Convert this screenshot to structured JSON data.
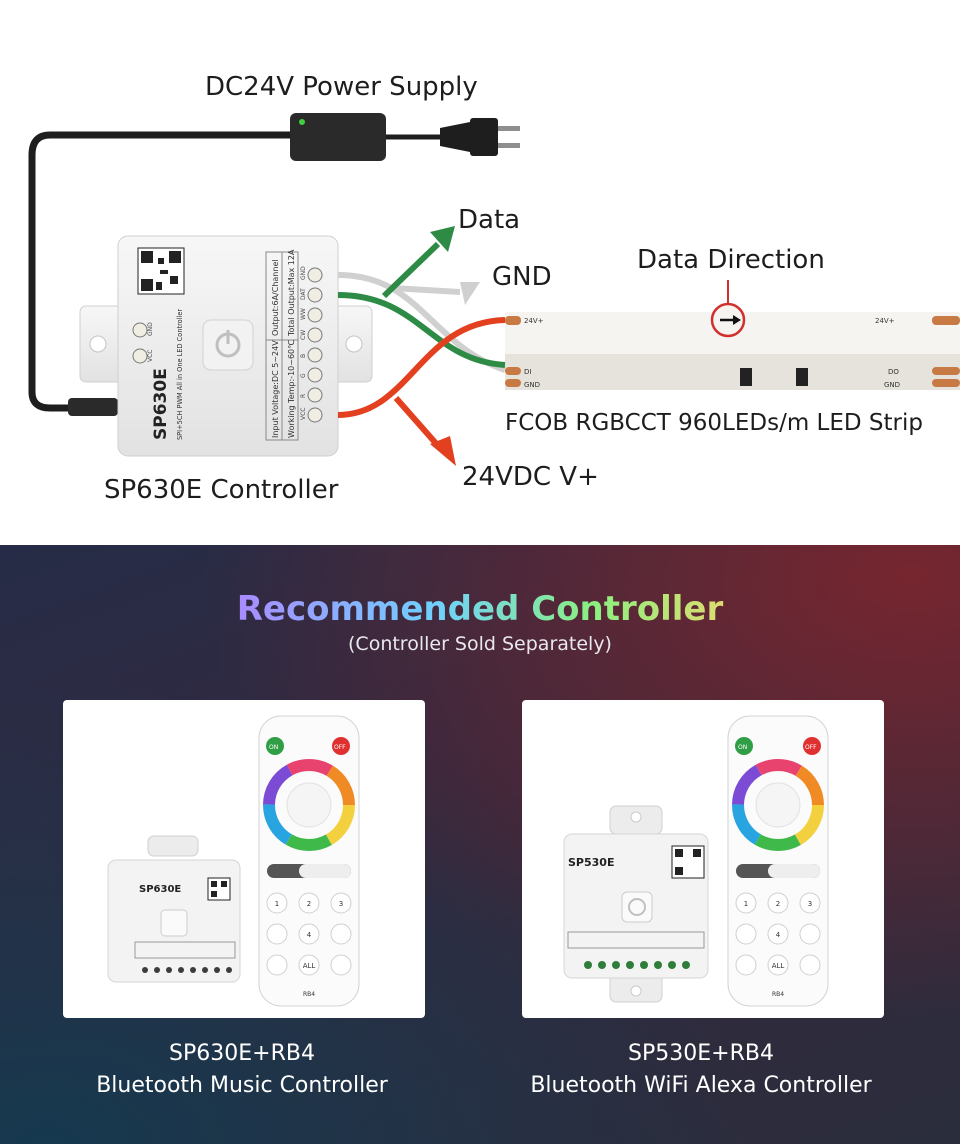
{
  "diagram": {
    "power_supply_label": "DC24V Power Supply",
    "controller_label": "SP630E Controller",
    "data_label": "Data",
    "gnd_label": "GND",
    "v_plus_label": "24VDC V+",
    "data_direction_label": "Data Direction",
    "strip_label": "FCOB RGBCCT 960LEDs/m LED Strip",
    "controller_device": {
      "model": "SP630E",
      "subtitle": "SPI+5CH PWM All in One LED Controller",
      "spec_input": "Input Voltage:DC 5~24V",
      "spec_temp": "Working Temp:-10~60℃",
      "spec_output": "Output:6A/Channel",
      "spec_total": "Total Output:Max 12A",
      "terminals": [
        "GND",
        "DAT",
        "WW",
        "CW",
        "B",
        "G",
        "R",
        "VCC"
      ],
      "left_terminals": [
        "GND",
        "VCC"
      ]
    },
    "strip_marks": {
      "v_plus_left": "24V+",
      "v_plus_right": "24V+",
      "di": "DI",
      "gnd_left": "GND",
      "do": "DO",
      "gnd_right": "GND"
    },
    "colors": {
      "data_wire": "#2e8b46",
      "gnd_wire": "#cfcfcf",
      "vplus_wire": "#e3401f",
      "power_cable": "#1e1e1e",
      "direction_ring": "#d0312d"
    }
  },
  "reco": {
    "title": "Recommended Controller",
    "subtitle": "(Controller Sold Separately)",
    "cards": [
      {
        "caption_line1": "SP630E+RB4",
        "caption_line2": "Bluetooth Music Controller",
        "device_model": "SP630E",
        "remote_brand": "RB4"
      },
      {
        "caption_line1": "SP530E+RB4",
        "caption_line2": "Bluetooth WiFi Alexa Controller",
        "device_model": "SP530E",
        "remote_brand": "RB4"
      }
    ],
    "remote": {
      "on_label": "ON",
      "off_label": "OFF",
      "keys": [
        "1",
        "2",
        "3",
        "4",
        "ALL"
      ]
    }
  }
}
